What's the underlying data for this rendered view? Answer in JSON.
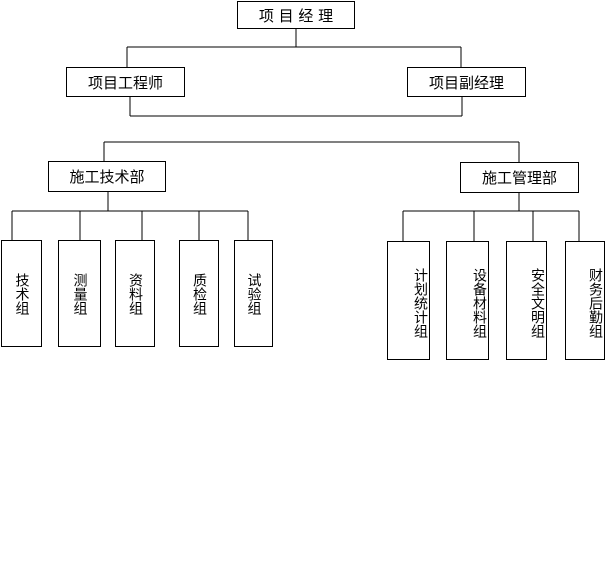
{
  "org": {
    "pm": "项 目 经 理",
    "chief_engineer": "项目工程师",
    "deputy_pm": "项目副经理",
    "dept_construction_tech": "施工技术部",
    "dept_construction_mgmt": "施工管理部",
    "tech_groups": [
      "技术组",
      "测量组",
      "资料组",
      "质检组",
      "试验组"
    ],
    "mgmt_groups": [
      "计划统计组",
      "设备材料组",
      "安全文明组",
      "财务后勤组"
    ]
  }
}
